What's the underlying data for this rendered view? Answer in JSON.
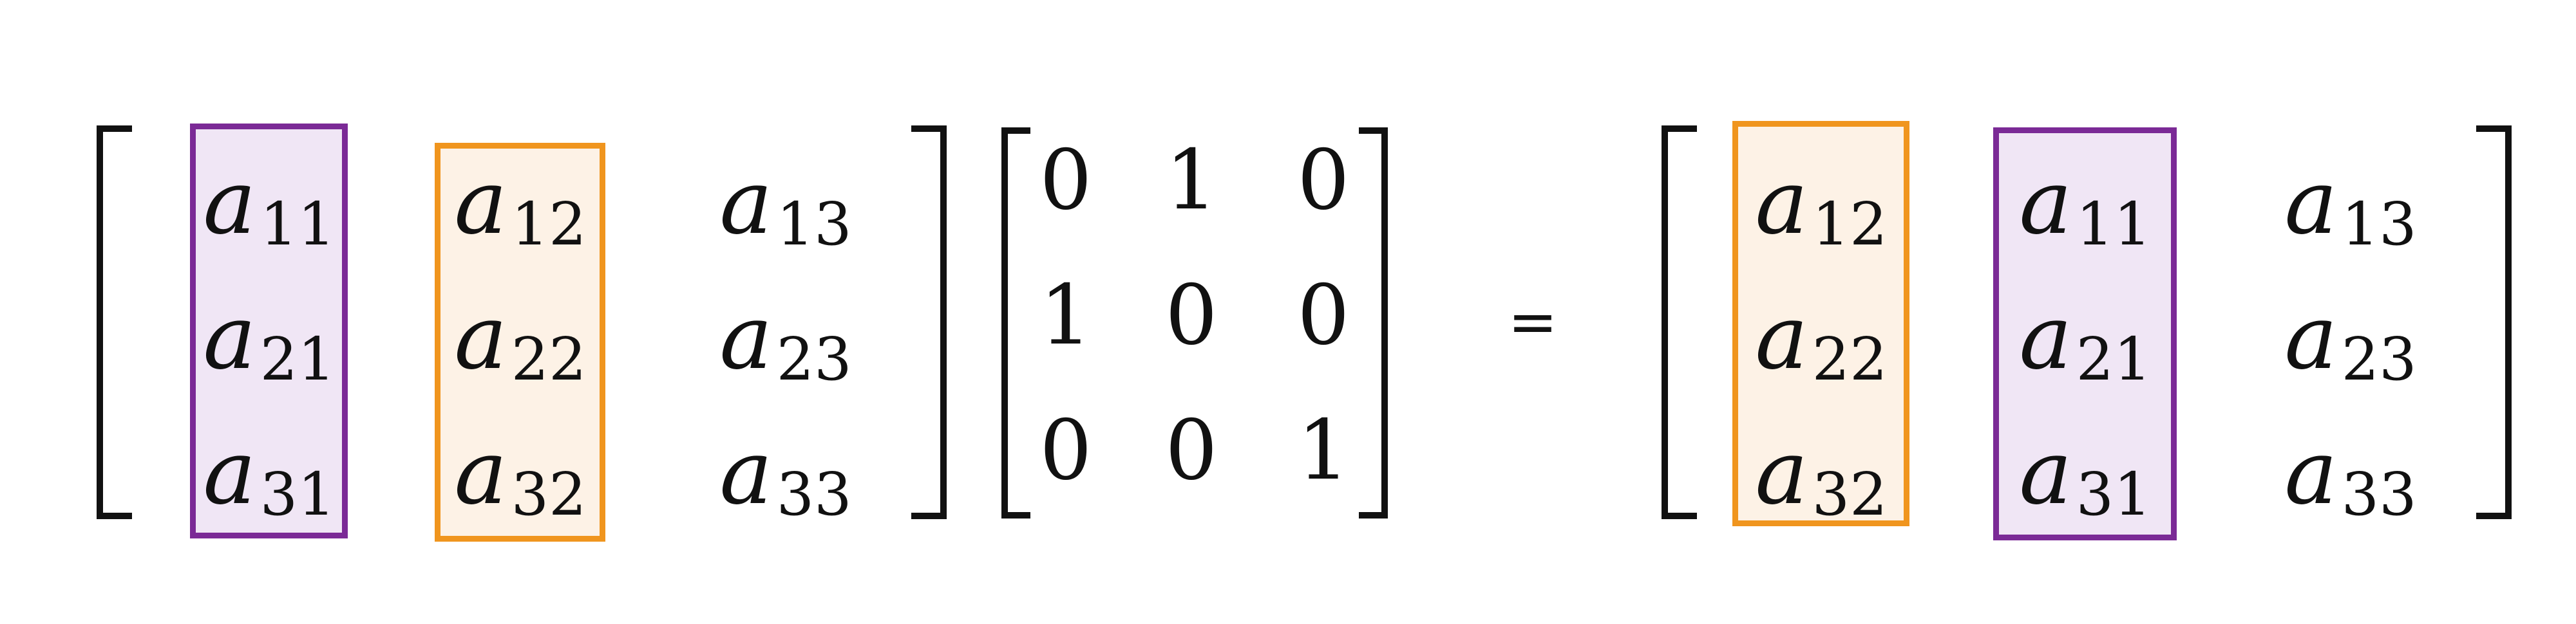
{
  "colors": {
    "purple_border": "#7b2a96",
    "purple_fill": "#f0e6f5",
    "orange_border": "#f0951e",
    "orange_fill": "#fdf2e6",
    "ink": "#111111"
  },
  "variable": "a",
  "matrix_A": {
    "rows": [
      [
        "11",
        "12",
        "13"
      ],
      [
        "21",
        "22",
        "23"
      ],
      [
        "31",
        "32",
        "33"
      ]
    ],
    "highlighted_columns": {
      "purple": 1,
      "orange": 2
    }
  },
  "permutation_matrix": {
    "rows": [
      [
        "0",
        "1",
        "0"
      ],
      [
        "1",
        "0",
        "0"
      ],
      [
        "0",
        "0",
        "1"
      ]
    ]
  },
  "equals_sign": "=",
  "result_matrix": {
    "rows": [
      [
        "12",
        "11",
        "13"
      ],
      [
        "22",
        "21",
        "23"
      ],
      [
        "32",
        "31",
        "33"
      ]
    ],
    "highlighted_columns": {
      "orange": 1,
      "purple": 2
    }
  }
}
